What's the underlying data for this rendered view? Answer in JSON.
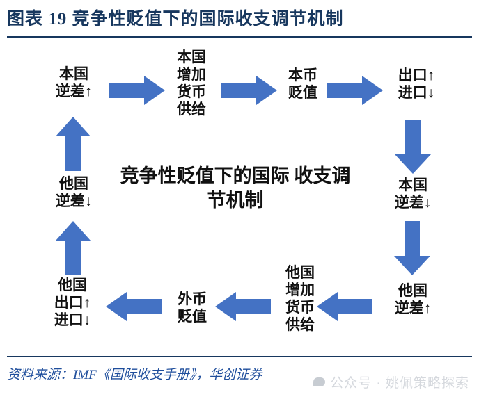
{
  "header": {
    "figure_label": "图表 19",
    "title": "竞争性贬值下的国际收支调节机制",
    "title_full": "图表 19   竞争性贬值下的国际收支调节机制",
    "rule_color": "#17375E",
    "text_color": "#17375E"
  },
  "diagram": {
    "accent_color": "#4472C4",
    "center_label": {
      "line1": "竞争性贬值下的国际",
      "line2": "收支调节机制"
    },
    "nodes": [
      {
        "id": "home-deficit-up",
        "lines": [
          "本国",
          "逆差↑"
        ]
      },
      {
        "id": "home-money-supply-up",
        "lines": [
          "本国",
          "增加",
          "货币",
          "供给"
        ]
      },
      {
        "id": "home-currency-depreciates",
        "lines": [
          "本币",
          "贬值"
        ]
      },
      {
        "id": "home-exports-imports",
        "lines": [
          "出口↑",
          "进口↓"
        ]
      },
      {
        "id": "home-deficit-down",
        "lines": [
          "本国",
          "逆差↓"
        ]
      },
      {
        "id": "foreign-deficit-up",
        "lines": [
          "他国",
          "逆差↑"
        ]
      },
      {
        "id": "foreign-money-supply-up",
        "lines": [
          "他国",
          "增加",
          "货币",
          "供给"
        ]
      },
      {
        "id": "foreign-currency-depreciates",
        "lines": [
          "外币",
          "贬值"
        ]
      },
      {
        "id": "foreign-exports-imports",
        "lines": [
          "他国",
          "出口↑",
          "进口↓"
        ]
      },
      {
        "id": "foreign-deficit-down",
        "lines": [
          "他国",
          "逆差↓"
        ]
      }
    ],
    "arrows": [
      {
        "id": "arrow-home-deficit-to-money",
        "direction": "right"
      },
      {
        "id": "arrow-money-to-depreciation",
        "direction": "right"
      },
      {
        "id": "arrow-depreciation-to-trade",
        "direction": "right"
      },
      {
        "id": "arrow-trade-to-home-deficit-down",
        "direction": "down"
      },
      {
        "id": "arrow-home-deficit-down-to-foreign-deficit-up",
        "direction": "down"
      },
      {
        "id": "arrow-foreign-deficit-to-money",
        "direction": "left"
      },
      {
        "id": "arrow-foreign-money-to-depreciation",
        "direction": "left"
      },
      {
        "id": "arrow-foreign-depreciation-to-trade",
        "direction": "left"
      },
      {
        "id": "arrow-foreign-trade-to-foreign-deficit-down",
        "direction": "up"
      },
      {
        "id": "arrow-foreign-deficit-down-to-home-deficit-up",
        "direction": "up"
      }
    ]
  },
  "footer": {
    "source": "资料来源：IMF《国际收支手册》，华创证券",
    "source_color": "#1F4E9C"
  },
  "watermark": {
    "text": "公众号 · 姚佩策略探索"
  }
}
